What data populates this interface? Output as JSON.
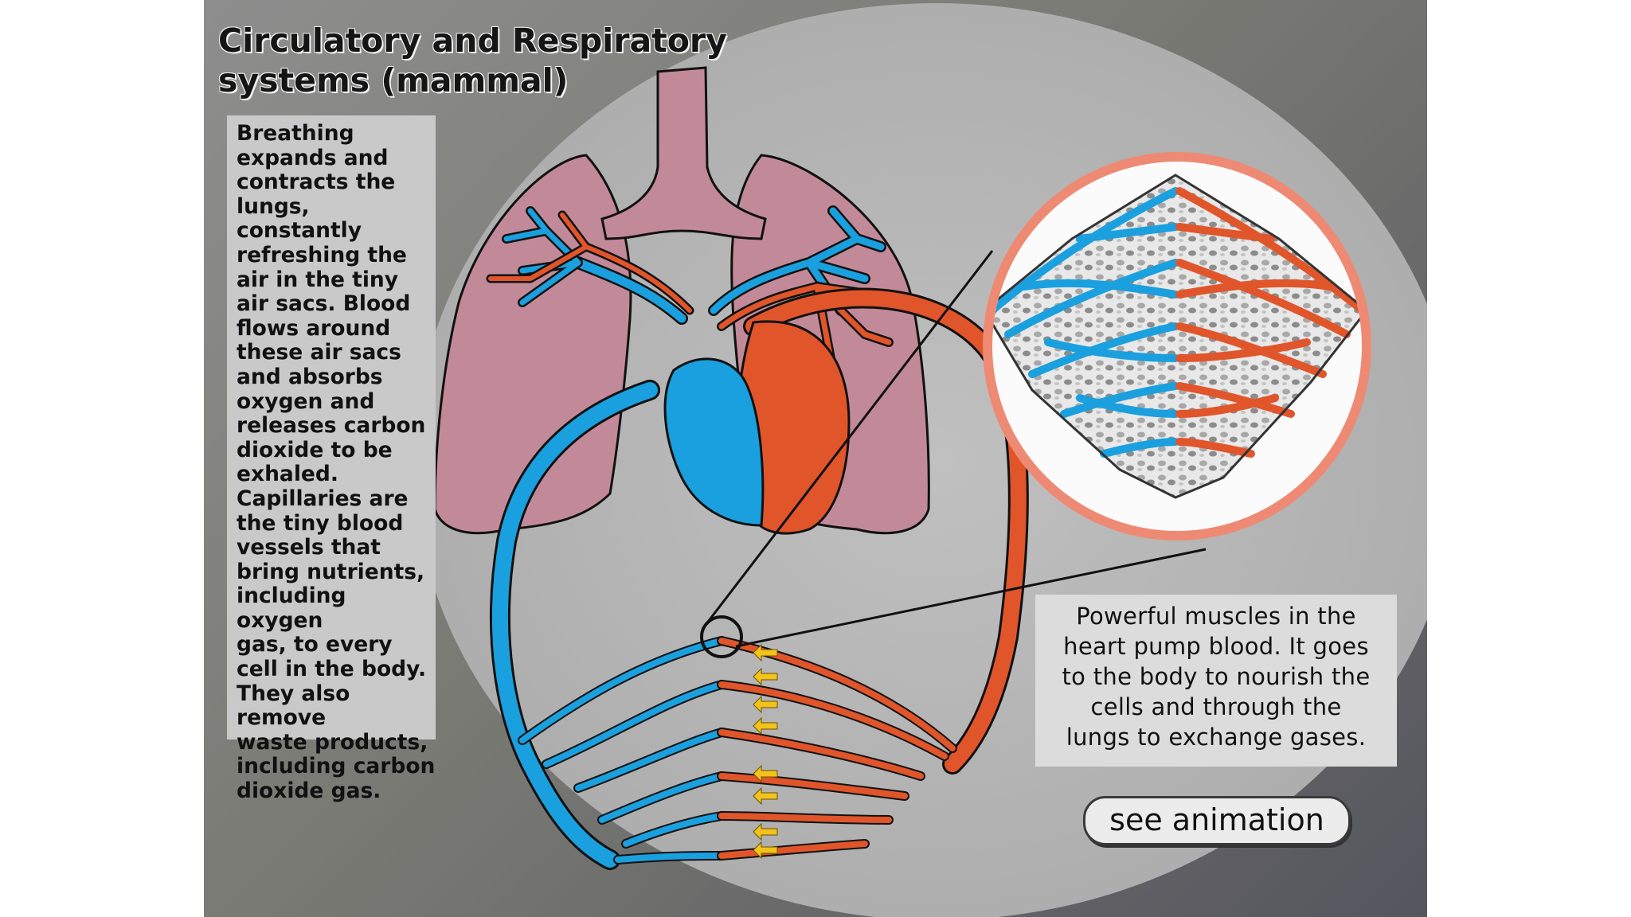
{
  "title": "Circulatory and Respiratory systems (mammal)",
  "left_text": "Breathing\nexpands and\ncontracts the\nlungs, constantly\nrefreshing the\nair in the tiny\nair sacs. Blood\nflows around\nthese air sacs\nand absorbs\noxygen and\nreleases carbon\ndioxide to be\nexhaled.\nCapillaries are\nthe tiny blood\nvessels that\nbring nutrients,\nincluding oxygen\ngas, to every\ncell in the body.\nThey also remove\nwaste products,\nincluding carbon\ndioxide gas.",
  "right_text": "Powerful muscles in the\nheart pump blood. It goes\nto the body to nourish the\ncells and through the\nlungs to exchange gases.",
  "button_label": "see animation",
  "colors": {
    "deoxygenated_blood": "#1aa0de",
    "oxygenated_blood": "#e1552b",
    "lung": "#c28a98",
    "magnifier_ring": "#ee8a74",
    "flow_arrow": "#f3c31c",
    "background": "#8a8a8a"
  },
  "icons": [
    "flow-arrow-icon"
  ]
}
